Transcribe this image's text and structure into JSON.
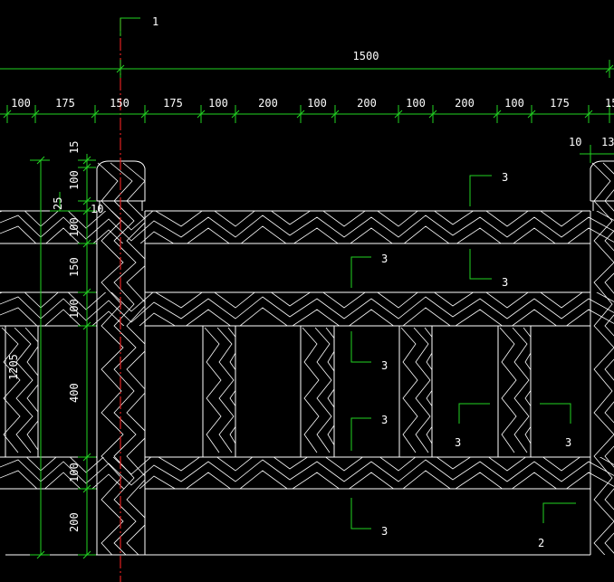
{
  "colors": {
    "background": "#000000",
    "dimension": "#22d322",
    "outline": "#ffffff",
    "axis": "#e02020",
    "text": "#ffffff"
  },
  "axis_label": "1",
  "overall_width": "1500",
  "top_dims": [
    "100",
    "175",
    "150",
    "175",
    "100",
    "200",
    "100",
    "200",
    "100",
    "200",
    "100",
    "175",
    "15"
  ],
  "right_dims": [
    "10",
    "13"
  ],
  "left_dims": [
    "15",
    "100",
    "25",
    "10",
    "100",
    "150",
    "100",
    "400",
    "100",
    "200"
  ],
  "total_height": "1205",
  "part_labels": [
    "3",
    "3",
    "3",
    "3",
    "3",
    "3",
    "3",
    "3",
    "2"
  ]
}
